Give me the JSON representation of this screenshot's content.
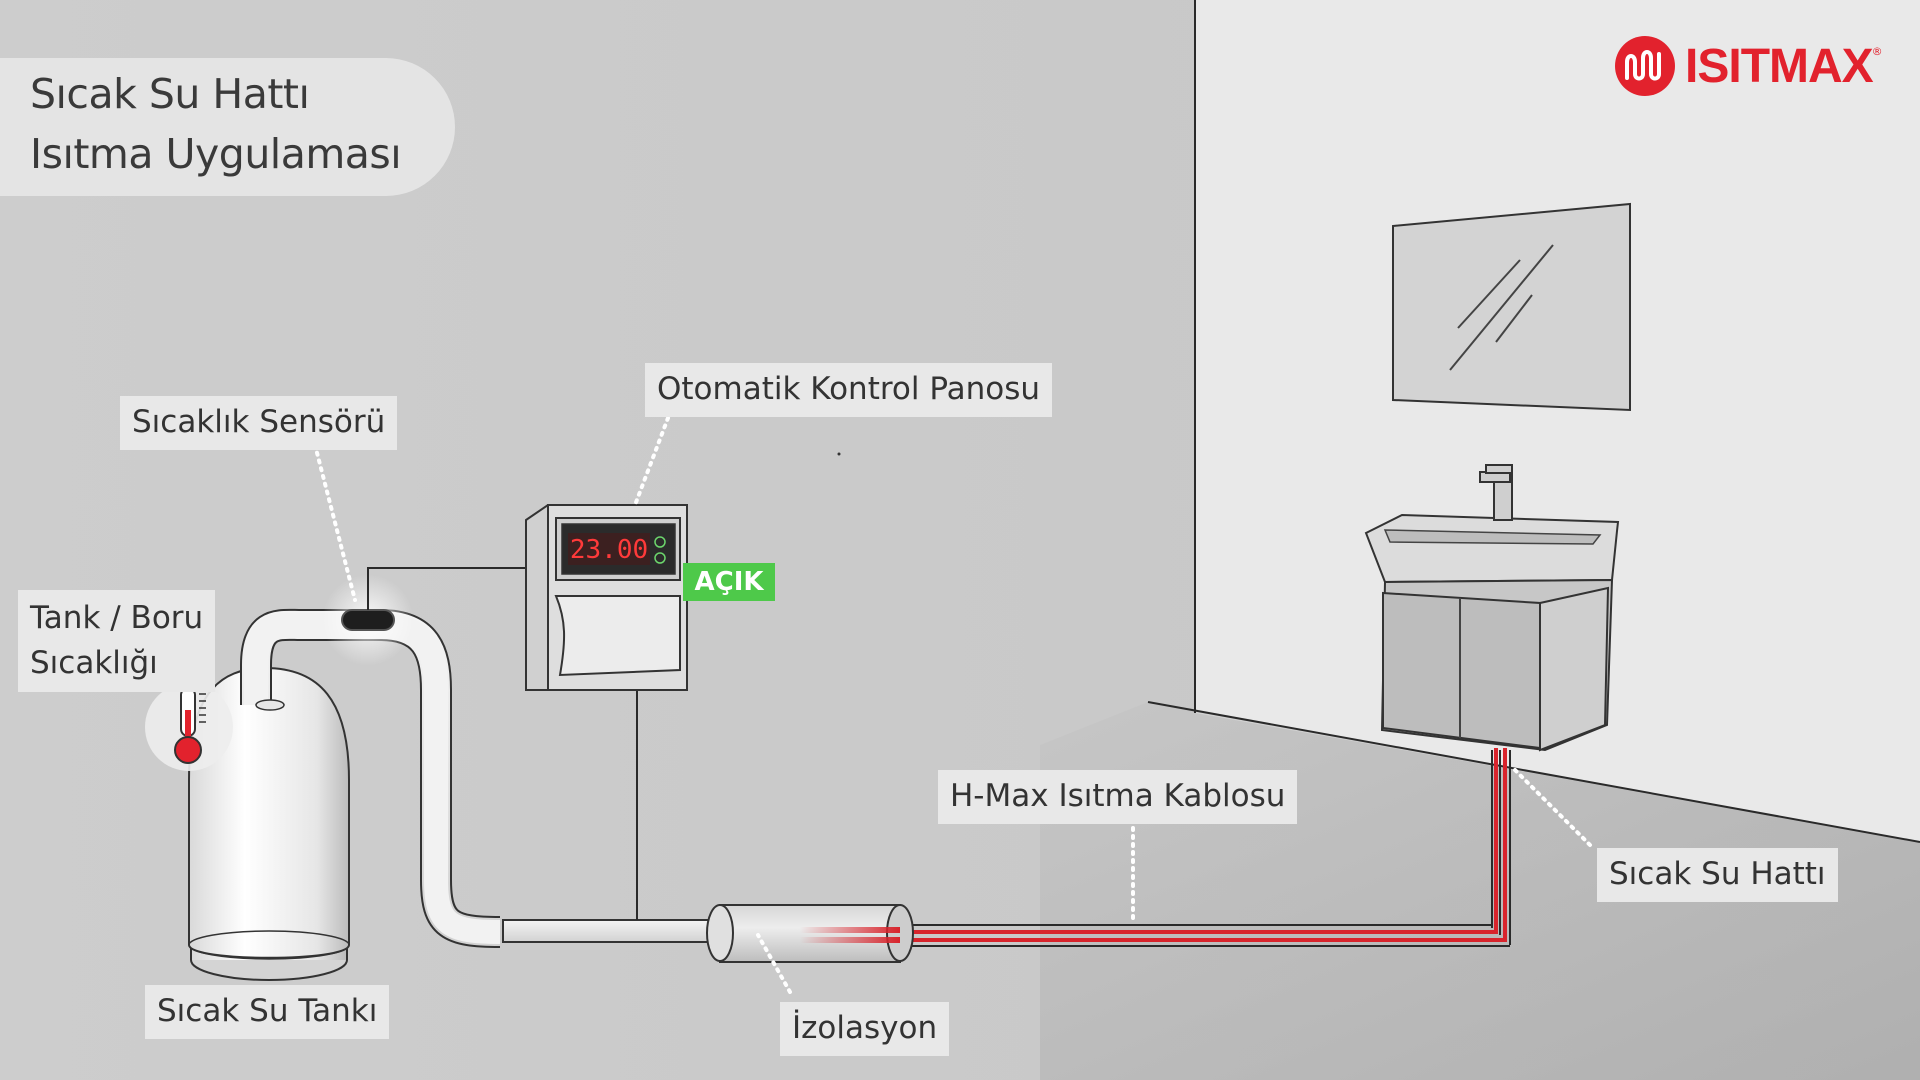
{
  "title": {
    "line1": "Sıcak Su Hattı",
    "line2": "Isıtma Uygulaması"
  },
  "logo": {
    "text": "ISITMAX",
    "symbol": "®",
    "color": "#e2222d"
  },
  "labels": {
    "sensor": "Sıcaklık Sensörü",
    "control_panel": "Otomatik Kontrol Panosu",
    "tank_pipe_temp": [
      "Tank / Boru",
      "Sıcaklığı"
    ],
    "tank": "Sıcak Su Tankı",
    "insulation": "İzolasyon",
    "heating_cable": "H-Max Isıtma Kablosu",
    "hot_water_line": "Sıcak Su Hattı"
  },
  "controller": {
    "display_value": "23.00",
    "status": "AÇIK",
    "status_color": "#4ec94a"
  },
  "colors": {
    "heating_cable": "#d8242c",
    "background": "#c9c9c9",
    "wall": "#e9e9e9",
    "floor": "#a9a9a9"
  },
  "icons": {
    "thermometer": "thermometer-icon",
    "sensor": "sensor-icon"
  }
}
